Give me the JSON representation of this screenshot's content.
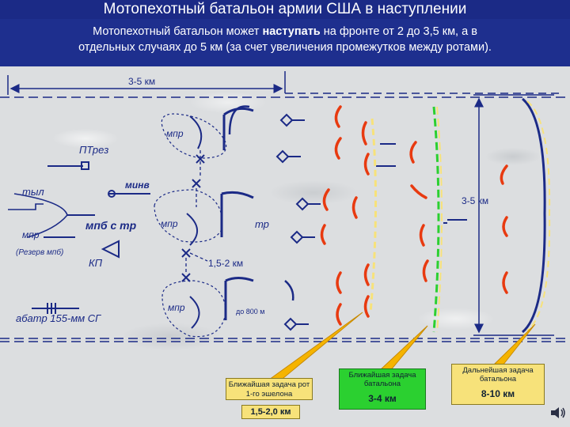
{
  "title": "Мотопехотный батальон армии США в наступлении",
  "subtitle": {
    "part1": "Мотопехотный батальон может ",
    "bold": "наступать",
    "part2": " на фронте от 2  до  3,5 км,  а  в",
    "line2": "отдельных случаях до 5 км (за счет увеличения промежутков  между  ротами)."
  },
  "labels": {
    "top_width": "3-5 км",
    "mpr_top": "мпр",
    "ptrez": "ПТрез",
    "minv": "минв",
    "tyl": "тыл",
    "right_depth": "3-5 км",
    "mpb_tr": "мпб с тр",
    "mpr_mid": "мпр",
    "tr": "тр",
    "mpr_left": "мпр",
    "reserve": "(Резерв мпб)",
    "kp": "КП",
    "dist_1_5_2": "1,5-2 км",
    "mpr_bottom": "мпр",
    "do800": "до 800 м",
    "abatr": "абатр 155-мм СГ"
  },
  "callouts": {
    "near_task": "Ближайшая задача рот 1-го эшелона",
    "near_value": "1,5-2,0 км",
    "bn_near_task": "Ближайшая задача батальона",
    "bn_near_value": "3-4 км",
    "bn_far_task": "Дальнейшая задача батальона",
    "bn_far_value": "8-10 км"
  },
  "colors": {
    "blue": "#1b2a86",
    "red": "#e83a10",
    "yellow": "#f7e27a",
    "green": "#2bd030"
  }
}
